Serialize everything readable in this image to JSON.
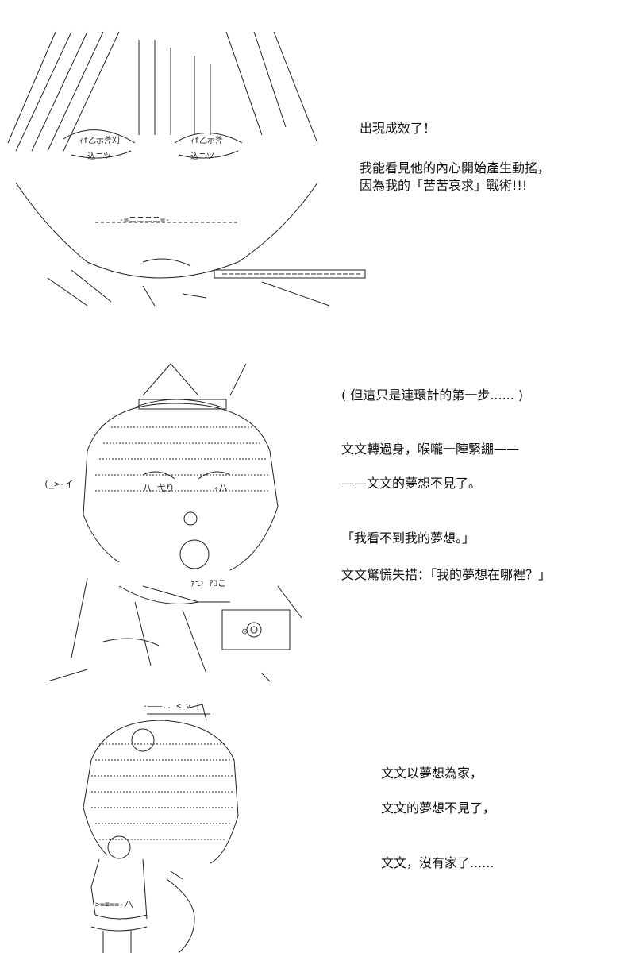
{
  "panels": [
    {
      "lines": [
        "出現成效了！",
        "我能看見他的內心開始產生動搖，",
        "因為我的「苦苦哀求」戰術!!!"
      ]
    },
    {
      "lines": [
        "( 但這只是連環計的第一步...... )",
        "文文轉過身，喉嚨一陣緊綳——",
        "——文文的夢想不見了。",
        "「我看不到我的夢想。」",
        "文文驚慌失措：「我的夢想在哪裡？」"
      ]
    },
    {
      "lines": [
        "文文以夢想為家，",
        "文文的夢想不見了，",
        "文文，沒有家了......"
      ]
    }
  ],
  "colors": {
    "background": "#ffffff",
    "text": "#111111",
    "ink": "#222222"
  }
}
